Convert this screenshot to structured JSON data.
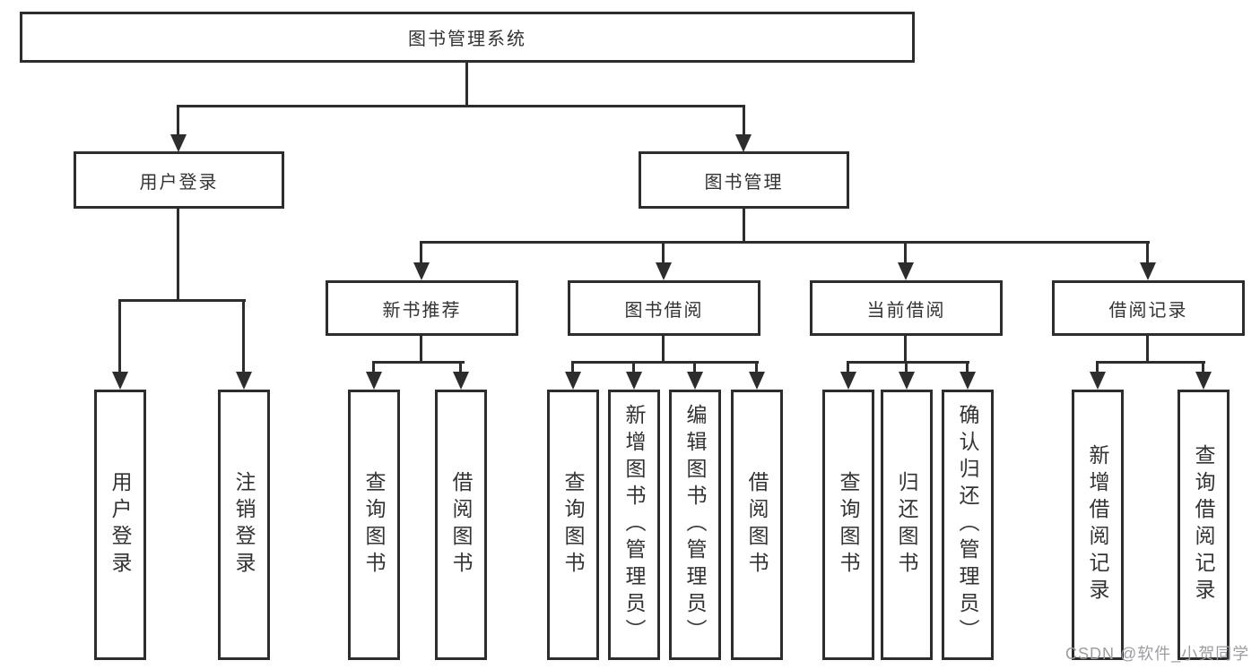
{
  "tree": {
    "label": "图书管理系统",
    "children": [
      {
        "label": "用户登录",
        "children": [
          {
            "label": "用户登录"
          },
          {
            "label": "注销登录"
          }
        ]
      },
      {
        "label": "图书管理",
        "children": [
          {
            "label": "新书推荐",
            "children": [
              {
                "label": "查询图书"
              },
              {
                "label": "借阅图书"
              }
            ]
          },
          {
            "label": "图书借阅",
            "children": [
              {
                "label": "查询图书"
              },
              {
                "label": "新增图书（管理员）"
              },
              {
                "label": "编辑图书（管理员）"
              },
              {
                "label": "借阅图书"
              }
            ]
          },
          {
            "label": "当前借阅",
            "children": [
              {
                "label": "查询图书"
              },
              {
                "label": "归还图书"
              },
              {
                "label": "确认归还（管理员）"
              }
            ]
          },
          {
            "label": "借阅记录",
            "children": [
              {
                "label": "新增借阅记录"
              },
              {
                "label": "查询借阅记录"
              }
            ]
          }
        ]
      }
    ]
  },
  "watermark": {
    "text": "CSDN @软件_小贺同学"
  },
  "colors": {
    "line": "#2d2d2d",
    "text": "#333333",
    "box_background": "#ffffff",
    "watermark": "#9b9da1",
    "page_background": "#ffffff"
  }
}
